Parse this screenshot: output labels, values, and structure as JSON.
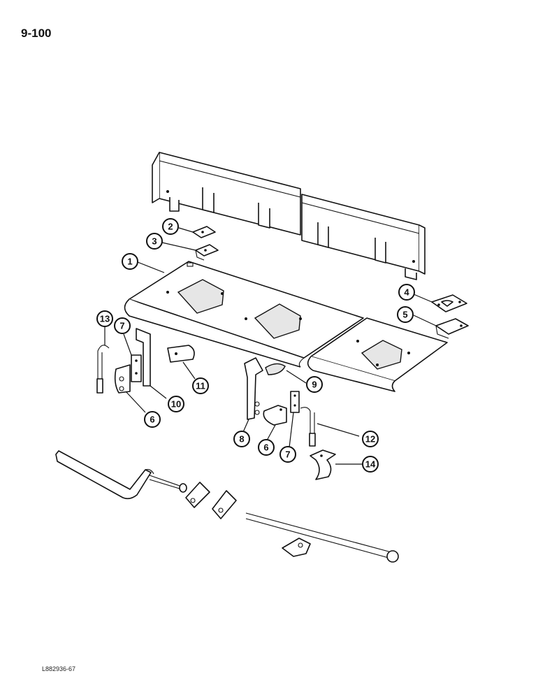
{
  "header": {
    "page_number": "9-100"
  },
  "footer": {
    "figure_code": "L882936-67"
  },
  "callouts": [
    {
      "id": "c1",
      "label": "1"
    },
    {
      "id": "c2",
      "label": "2"
    },
    {
      "id": "c3",
      "label": "3"
    },
    {
      "id": "c4",
      "label": "4"
    },
    {
      "id": "c5",
      "label": "5"
    },
    {
      "id": "c6a",
      "label": "6"
    },
    {
      "id": "c6b",
      "label": "6"
    },
    {
      "id": "c7a",
      "label": "7"
    },
    {
      "id": "c7b",
      "label": "7"
    },
    {
      "id": "c8",
      "label": "8"
    },
    {
      "id": "c9",
      "label": "9"
    },
    {
      "id": "c10",
      "label": "10"
    },
    {
      "id": "c11",
      "label": "11"
    },
    {
      "id": "c12",
      "label": "12"
    },
    {
      "id": "c13",
      "label": "13"
    },
    {
      "id": "c14",
      "label": "14"
    }
  ]
}
